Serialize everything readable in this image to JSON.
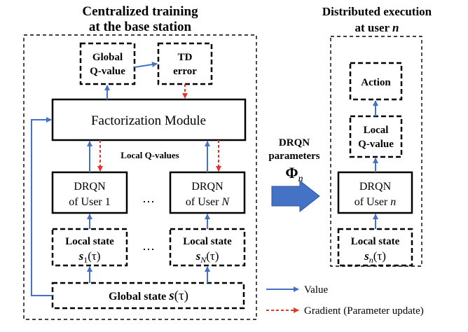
{
  "left_panel": {
    "title_line1": "Centralized training",
    "title_line2": "at the base station",
    "global_q": {
      "line1": "Global",
      "line2": "Q-value"
    },
    "td_error": {
      "line1": "TD",
      "line2": "error"
    },
    "factorization": "Factorization Module",
    "local_q_values": "Local Q-values",
    "drqn1": {
      "line1": "DRQN",
      "line2": "of  User 1"
    },
    "drqnN": {
      "line1": "DRQN",
      "line2_prefix": "of  User ",
      "line2_var": "N"
    },
    "ellipsis": "⋯",
    "local_state_label": "Local state",
    "local_state1": {
      "sym": "s",
      "sub": "1",
      "arg": "(τ)"
    },
    "local_stateN": {
      "sym": "s",
      "sub": "N",
      "arg": "(τ)"
    },
    "global_state": {
      "label": "Global state ",
      "sym": "s",
      "arg": "(τ)"
    }
  },
  "middle": {
    "line1": "DRQN",
    "line2": "parameters",
    "phi": "Φ",
    "phi_sub": "n"
  },
  "right_panel": {
    "title_line1": "Distributed execution",
    "title_prefix": "at user ",
    "title_var": "n",
    "action": "Action",
    "local_q": {
      "line1": "Local",
      "line2": "Q-value"
    },
    "drqn": {
      "line1": "DRQN",
      "line2_prefix": "of  User ",
      "line2_var": "n"
    },
    "local_state_label": "Local state",
    "local_state": {
      "sym": "s",
      "sub": "n",
      "arg": "(τ)"
    }
  },
  "legend": {
    "value": "Value",
    "gradient": "Gradient (Parameter update)"
  },
  "colors": {
    "value_arrow": "#4472c4",
    "gradient_arrow": "#e8342a",
    "big_arrow": "#4472c4"
  }
}
